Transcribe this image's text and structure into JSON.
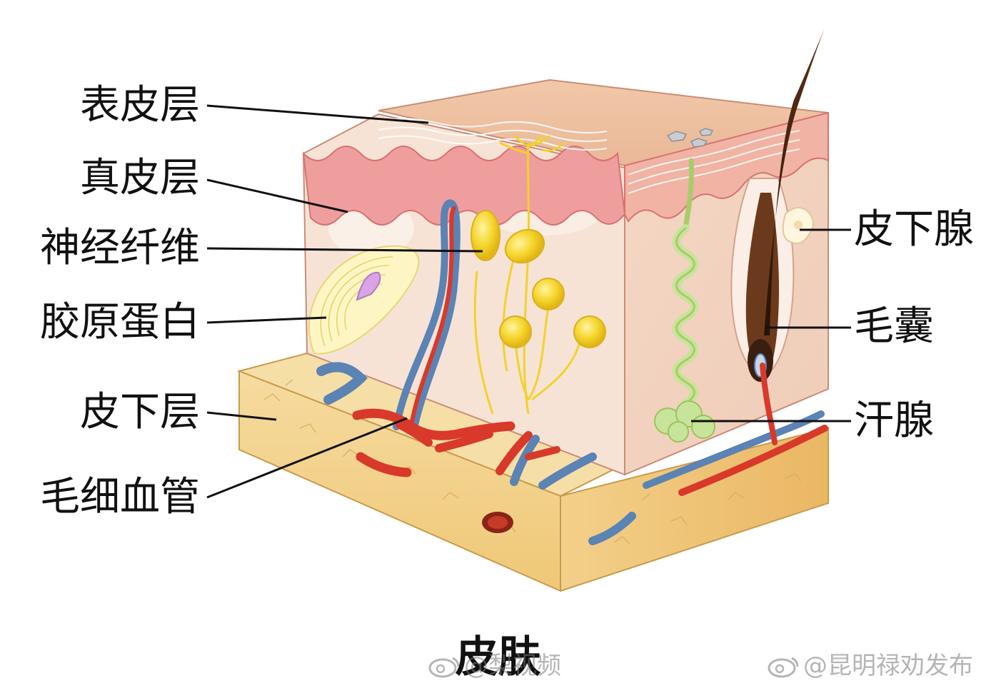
{
  "labels_left": {
    "epidermis": "表皮层",
    "dermis": "真皮层",
    "nerve_fiber": "神经纤维",
    "collagen": "胶原蛋白",
    "subcutaneous": "皮下层",
    "capillary": "毛细血管"
  },
  "labels_right": {
    "sebaceous_gland": "皮下腺",
    "hair_follicle": "毛囊",
    "sweat_gland": "汗腺"
  },
  "title": "皮肤",
  "watermarks": {
    "left": "@梨视频",
    "right": "@昆明禄劝发布"
  },
  "colors": {
    "epidermis_top": "#f2c7a6",
    "dermis_pink": "#ef9a9a",
    "dermis_body": "#f6dccb",
    "fat_layer": "#f4d48b",
    "artery": "#d8392b",
    "vein": "#5b83b4",
    "nerve": "#f2d229",
    "sweat_gland": "#b8dc7a",
    "hair": "#3a1f10"
  }
}
